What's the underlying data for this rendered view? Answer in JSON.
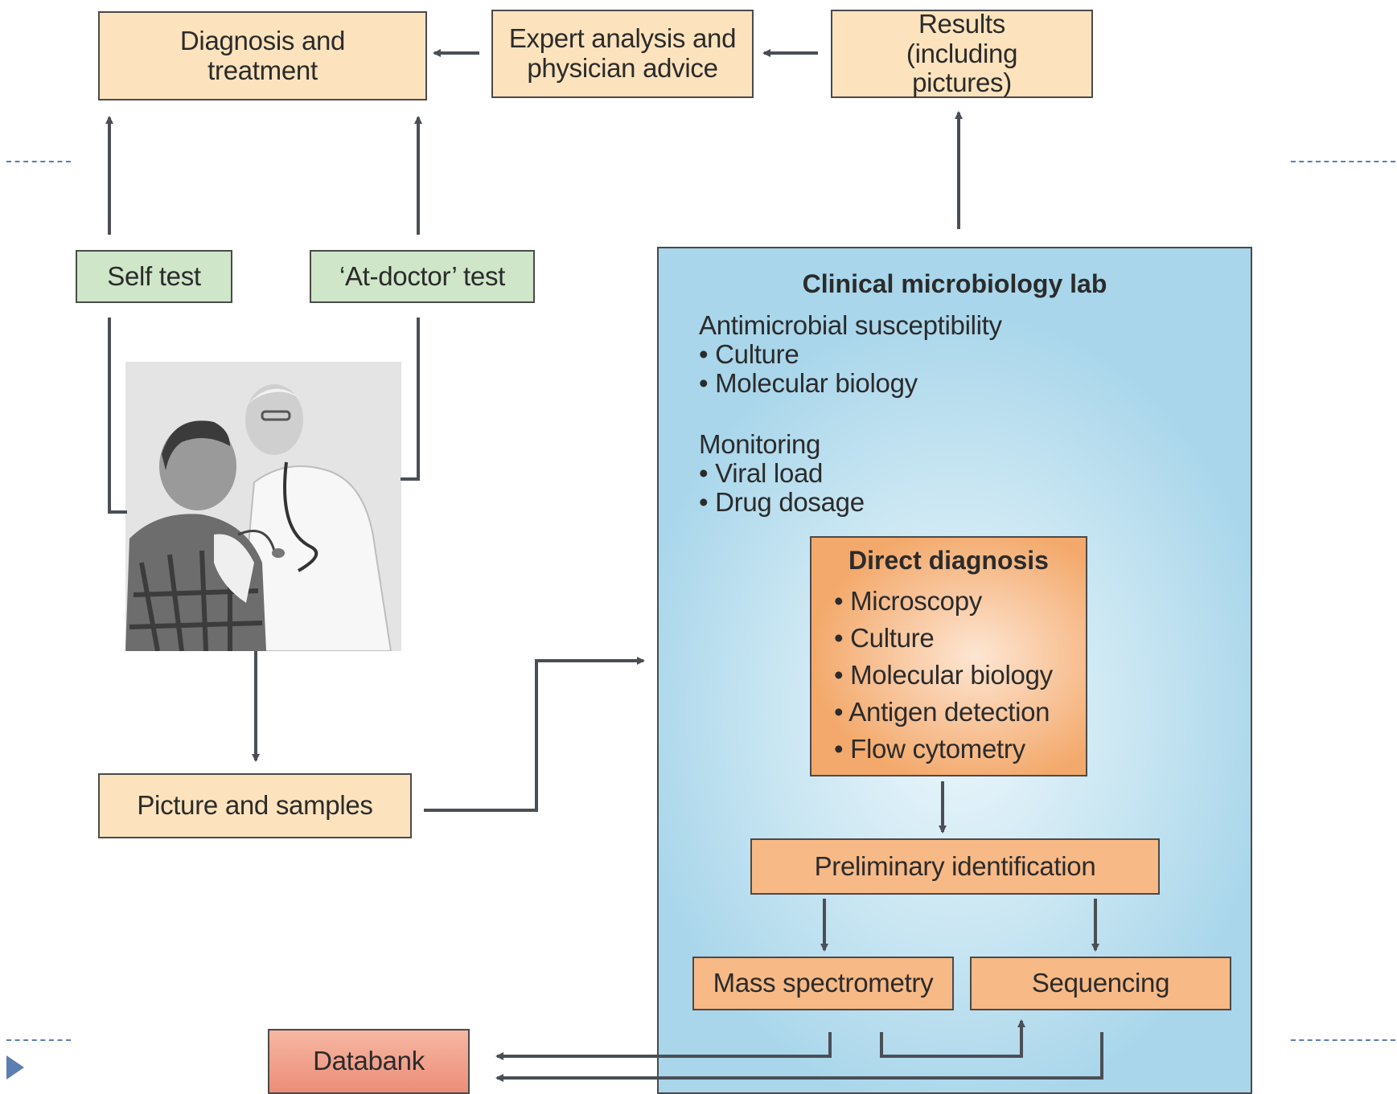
{
  "boxes": {
    "diagnosis_treatment": "Diagnosis and treatment",
    "expert_analysis": "Expert analysis and physician advice",
    "results": "Results (including pictures)",
    "self_test": "Self test",
    "at_doctor_test": "‘At-doctor’ test",
    "picture_samples": "Picture and samples",
    "databank": "Databank"
  },
  "lab": {
    "title": "Clinical microbiology lab",
    "susceptibility_heading": "Antimicrobial susceptibility",
    "susceptibility_items": [
      "• Culture",
      "• Molecular biology"
    ],
    "monitoring_heading": "Monitoring",
    "monitoring_items": [
      "• Viral load",
      "• Drug dosage"
    ],
    "direct_title": "Direct diagnosis",
    "direct_items": [
      "• Microscopy",
      "• Culture",
      "• Molecular biology",
      "• Antigen detection",
      "• Flow cytometry"
    ],
    "preliminary": "Preliminary identification",
    "mass_spec": "Mass spectrometry",
    "sequencing": "Sequencing"
  },
  "colors": {
    "cream": "#fde3bd",
    "green": "#cfe6c9",
    "orange": "#f7b986",
    "lab_blue": "#a9d6eb",
    "databank": "#ec8e78",
    "arrow": "#4a4f55",
    "slide_accent": "#5b7fb0"
  },
  "photo": {
    "icon": "doctor-patient-photo"
  }
}
